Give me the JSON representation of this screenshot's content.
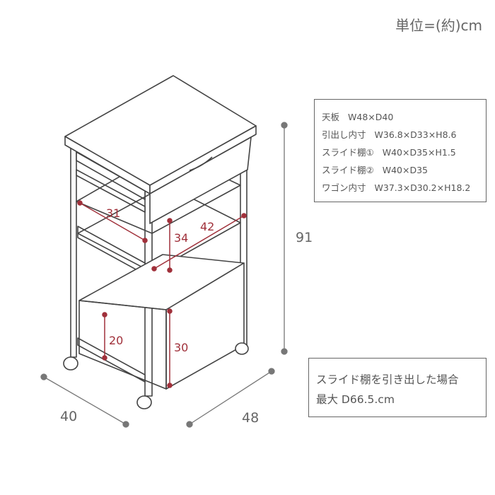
{
  "unit_label": "単位=(約)cm",
  "spec_table": [
    {
      "label": "天板",
      "value": "W48×D40"
    },
    {
      "label": "引出し内寸",
      "value": "W36.8×D33×H8.6"
    },
    {
      "label": "スライド棚①",
      "value": "W40×D35×H1.5"
    },
    {
      "label": "スライド棚②",
      "value": "W40×D35"
    },
    {
      "label": "ワゴン内寸",
      "value": "W37.3×D30.2×H18.2"
    }
  ],
  "note": {
    "line1": "スライド棚を引き出した場合",
    "line2": "最大 D66.5.cm"
  },
  "dimensions": {
    "height": "91",
    "depth": "40",
    "width": "48",
    "shelf_depth": "31",
    "shelf_width": "42",
    "shelf_gap": "34",
    "lower_gap": "20",
    "wagon_height": "30"
  },
  "colors": {
    "accent": "#a0303a",
    "line": "#444444",
    "dim_gray": "#777777"
  }
}
